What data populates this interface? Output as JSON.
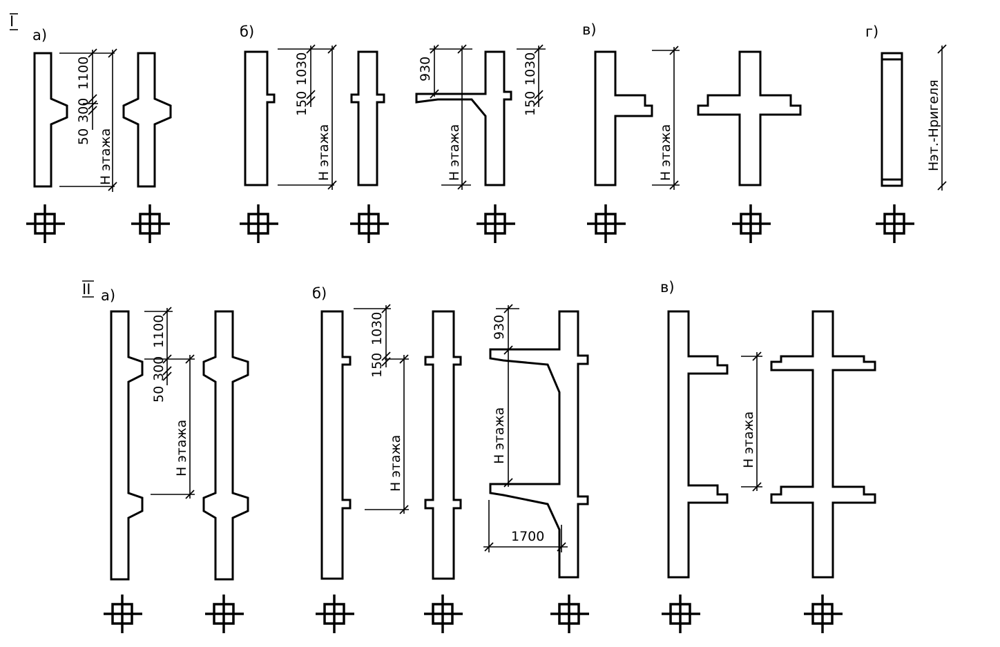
{
  "group_labels": {
    "one": "I",
    "two": "II"
  },
  "row1": {
    "a": "а)",
    "b": "б)",
    "v": "в)",
    "g": "г)",
    "dims": {
      "a_1100": "1100",
      "a_300": "300",
      "a_50": "50",
      "a_h": "Н этажа",
      "b_1030": "1030",
      "b_150": "150",
      "b_h": "Н этажа",
      "b_930": "930",
      "b_h2": "Н этажа",
      "b_1030r": "1030",
      "b_150r": "150",
      "v_h": "Н этажа",
      "g_h": "Нэт.-Нригеля"
    }
  },
  "row2": {
    "a": "а)",
    "b": "б)",
    "v": "в)",
    "dims": {
      "a_1100": "1100",
      "a_300": "300",
      "a_50": "50",
      "a_h": "Н этажа",
      "b_1030": "1030",
      "b_150": "150",
      "b_h": "Н этажа",
      "b_930": "930",
      "b_h2": "Н этажа",
      "b_1700": "1700",
      "v_h": "Н этажа"
    }
  }
}
